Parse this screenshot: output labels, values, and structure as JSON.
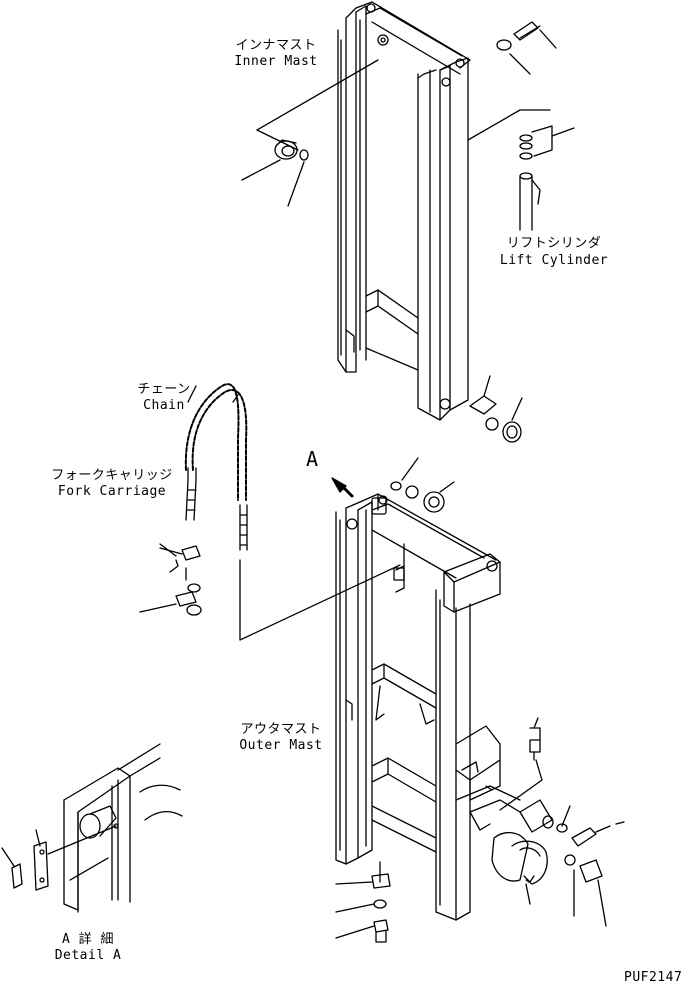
{
  "labels": {
    "inner_mast_jp": "インナマスト",
    "inner_mast_en": "Inner Mast",
    "lift_cylinder_jp": "リフトシリンダ",
    "lift_cylinder_en": "Lift Cylinder",
    "chain_jp": "チェーン",
    "chain_en": "Chain",
    "fork_carriage_jp": "フォークキャリッジ",
    "fork_carriage_en": "Fork Carriage",
    "outer_mast_jp": "アウタマスト",
    "outer_mast_en": "Outer Mast",
    "view_marker": "A",
    "detail_jp": "A 詳 細",
    "detail_en": "Detail A",
    "drawing_number": "PUF2147"
  },
  "colors": {
    "line": "#000000",
    "background": "#ffffff"
  }
}
